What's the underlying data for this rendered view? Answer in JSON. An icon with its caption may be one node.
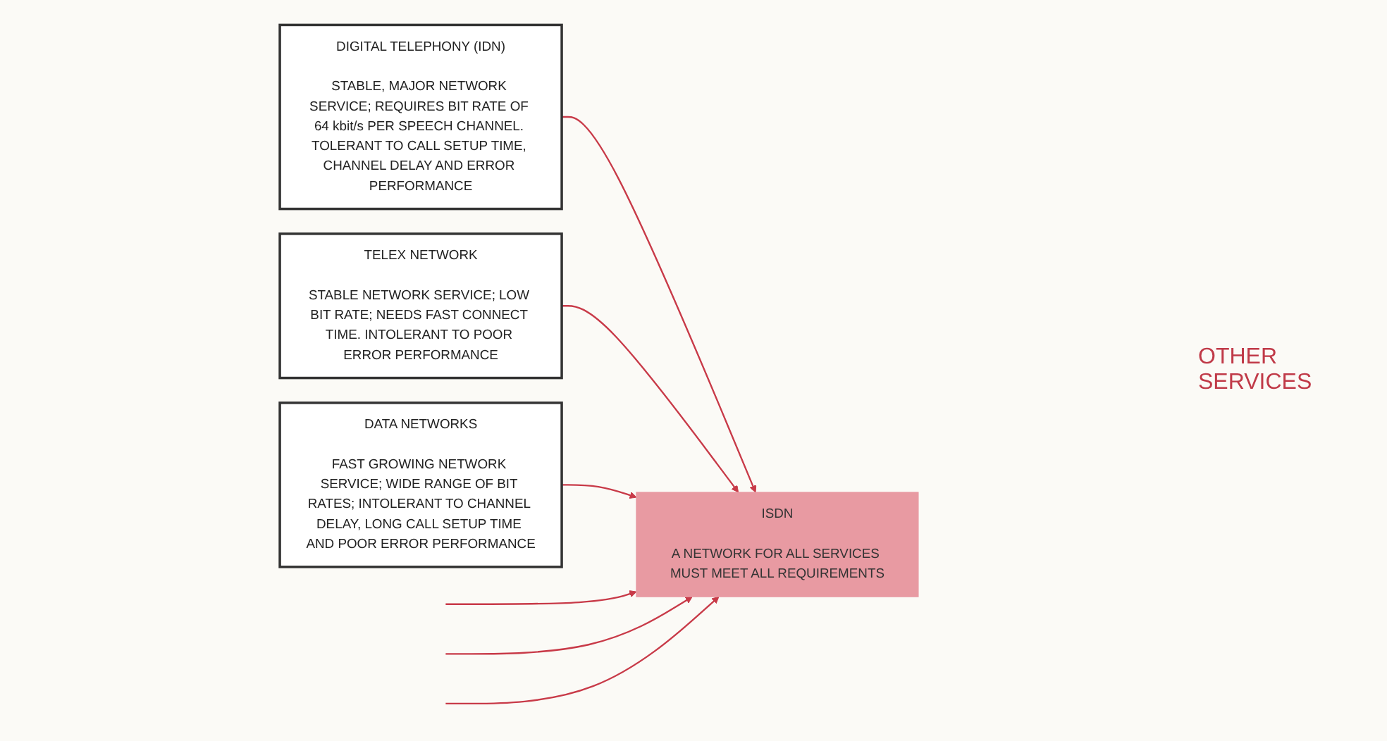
{
  "diagram": {
    "nodes": [
      {
        "text": [
          "DIGITAL TELEPHONY (IDN)",
          "STABLE, MAJOR NETWORK SERVICE; REQUIRES BIT RATE OF 64 kbit/s PER SPEECH CHANNEL. TOLERANT TO CALL SETUP TIME, CHANNEL DELAY AND ERROR PERFORMANCE"
        ]
      },
      {
        "text": [
          "TELEX NETWORK",
          "STABLE NETWORK SERVICE; LOW BIT RATE; NEEDS FAST CONNECT TIME. INTOLERANT TO POOR ERROR PERFORMANCE"
        ]
      },
      {
        "text": [
          "DATA NETWORKS",
          "FAST GROWING NETWORK SERVICE; WIDE RANGE OF BIT RATES; INTOLERANT TO CHANNEL DELAY, LONG CALL SETUP TIME AND POOR ERROR PERFORMANCE"
        ]
      },
      {
        "text": [
          "ISDN",
          "A NETWORK FOR ALL SERVICES MUST MEET ALL REQUIREMENTS"
        ]
      }
    ],
    "edges": [
      {
        "from": 0,
        "to": 3,
        "arrow": "to"
      },
      {
        "from": 1,
        "to": 3,
        "arrow": "to"
      },
      {
        "from": 2,
        "to": 3,
        "arrow": "to"
      },
      {
        "from": null,
        "to": 3,
        "arrow": "to"
      },
      {
        "from": null,
        "to": 3,
        "arrow": "to"
      },
      {
        "from": null,
        "to": 3,
        "arrow": "to"
      }
    ],
    "labels": [
      "OTHER SERVICES"
    ]
  }
}
